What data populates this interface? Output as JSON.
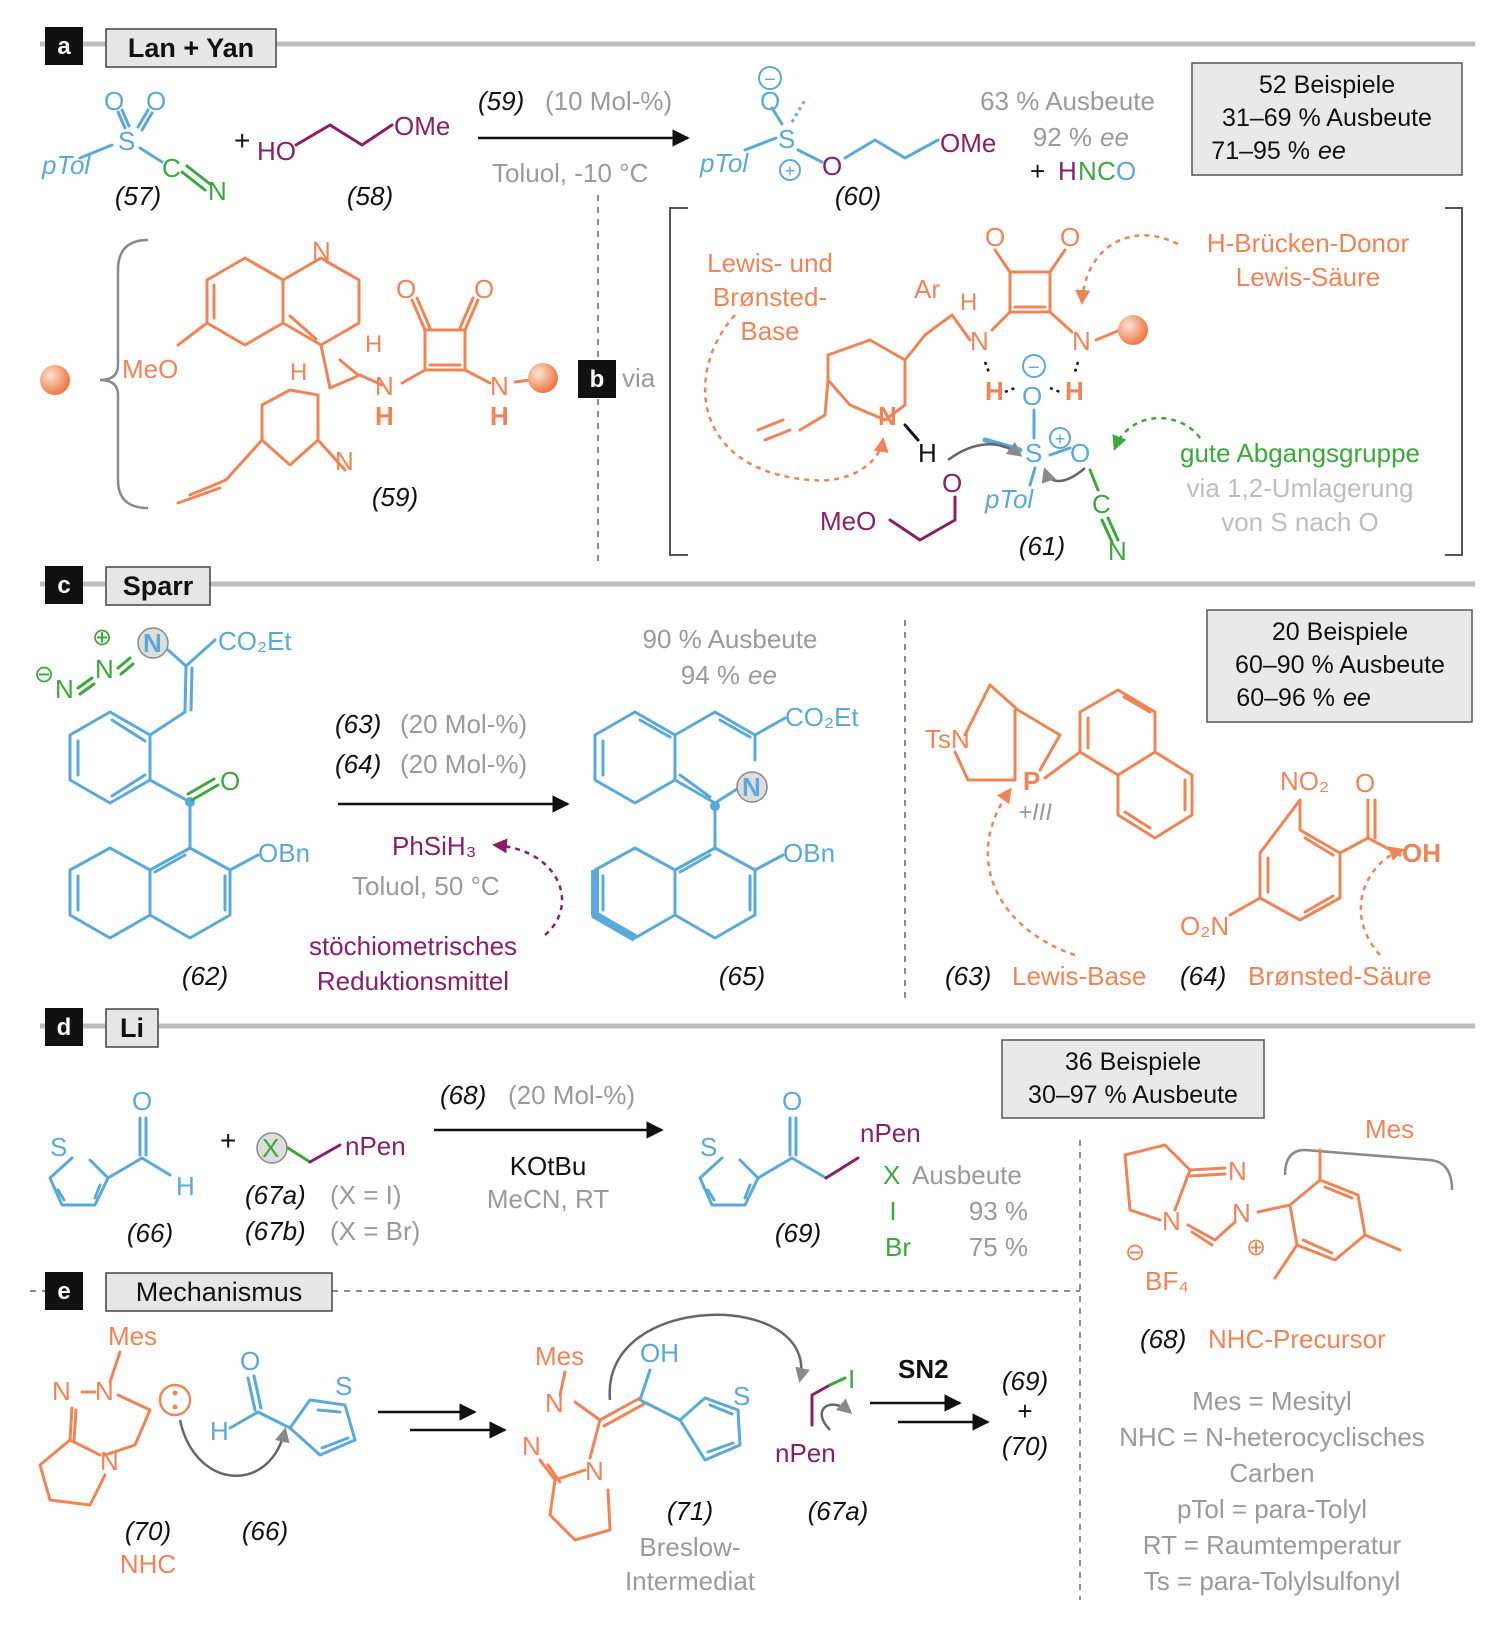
{
  "panels": {
    "a": {
      "letter": "a",
      "title": "Lan + Yan"
    },
    "b": {
      "letter": "b",
      "via": "via"
    },
    "c": {
      "letter": "c",
      "title": "Sparr"
    },
    "d": {
      "letter": "d",
      "title": "Li"
    },
    "e": {
      "letter": "e",
      "title": "Mechanismus"
    }
  },
  "a": {
    "c57": "(57)",
    "c58": "(58)",
    "c59": "(59)",
    "c60": "(60)",
    "c61": "(61)",
    "ptol": "pTol",
    "plus": "+",
    "ho": "HO",
    "ome": "OMe",
    "meo": "MeO",
    "o": "O",
    "s": "S",
    "c": "C",
    "n": "N",
    "h": "H",
    "ar": "Ar",
    "cat_amount": "(10 Mol-%)",
    "cond": "Toluol, -10 °C",
    "yield": "63 % Ausbeute",
    "ee_val": "92 %",
    "ee": "ee",
    "hnco_plus": "+",
    "hnco_h": "H",
    "hnco_n": "N",
    "hnco_c": "C",
    "hnco_o": "O",
    "box": {
      "l1": "52 Beispiele",
      "l2": "31–69 % Ausbeute",
      "l3a": "71–95 %",
      "l3b": "ee"
    },
    "ann_base": [
      "Lewis- und",
      "Brønsted-",
      "Base"
    ],
    "ann_donor": [
      "H-Brücken-Donor",
      "Lewis-Säure"
    ],
    "ann_leaving": "gute Abgangsgruppe",
    "ann_leaving_sub": [
      "via 1,2-Umlagerung",
      "von S nach O"
    ]
  },
  "c": {
    "c62": "(62)",
    "c63": "(63)",
    "c64": "(64)",
    "c65": "(65)",
    "co2et": "CO₂Et",
    "obn": "OBn",
    "tsn": "TsN",
    "p": "P",
    "ox": "+III",
    "amt63": "(20 Mol-%)",
    "amt64": "(20 Mol-%)",
    "reag": "PhSiH₃",
    "cond": "Toluol, 50 °C",
    "red": [
      "stöchiometrisches",
      "Reduktionsmittel"
    ],
    "yield": "90 % Ausbeute",
    "ee_val": "94 %",
    "ee": "ee",
    "box": {
      "l1": "20 Beispiele",
      "l2": "60–90 % Ausbeute",
      "l3a": "60–96 %",
      "l3b": "ee"
    },
    "no2": "NO₂",
    "o2n": "O₂N",
    "oh": "OH",
    "lb": "Lewis-Base",
    "bs": "Brønsted-Säure"
  },
  "d": {
    "c66": "(66)",
    "c67a": "(67a)",
    "c67b": "(67b)",
    "c68": "(68)",
    "c69": "(69)",
    "x": "X",
    "npen": "nPen",
    "s": "S",
    "o": "O",
    "h": "H",
    "x_i": "(X = I)",
    "x_br": "(X = Br)",
    "amt": "(20 Mol-%)",
    "base": "KOtBu",
    "cond": "MeCN, RT",
    "tbl_h1": "X",
    "tbl_h2": "Ausbeute",
    "row1": [
      "I",
      "93 %"
    ],
    "row2": [
      "Br",
      "75 %"
    ],
    "box": {
      "l1": "36 Beispiele",
      "l2": "30–97 % Ausbeute"
    },
    "mes": "Mes",
    "bf4": "BF₄",
    "nhc_prec": "NHC-Precursor"
  },
  "e": {
    "mes": "Mes",
    "c70": "(70)",
    "nhc": "NHC",
    "c66": "(66)",
    "c71": "(71)",
    "breslow": [
      "Breslow-",
      "Intermediat"
    ],
    "c67a": "(67a)",
    "sn2": "SN2",
    "c69": "(69)",
    "plus": "+",
    "c70b": "(70)",
    "oh": "OH",
    "i": "I",
    "npen": "nPen",
    "h": "H",
    "o": "O",
    "s": "S"
  },
  "legend": [
    "Mes = Mesityl",
    "NHC = N-heterocyclisches",
    "Carben",
    "pTol = para-Tolyl",
    "RT = Raumtemperatur",
    "Ts = para-Tolylsulfonyl"
  ],
  "colors": {
    "reactant": "#5aa9dc",
    "catalyst": "#ef8456",
    "alcohol": "#8b1f66",
    "leaving": "#3aa83a",
    "conditions": "#9a9a9a"
  }
}
